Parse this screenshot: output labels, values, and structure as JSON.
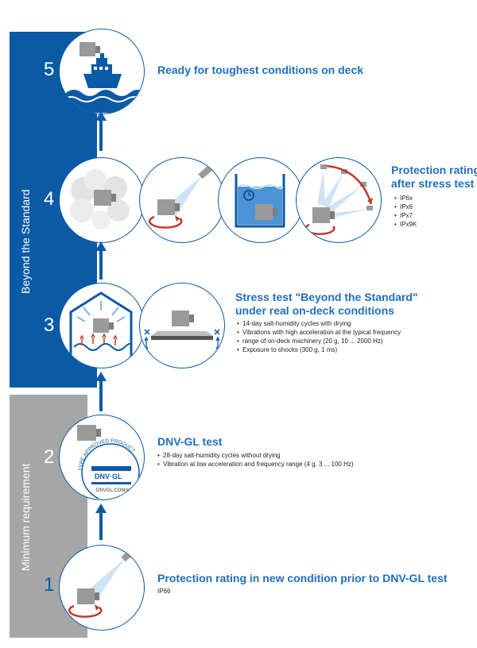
{
  "bands": {
    "beyond": "Beyond the Standard",
    "minimum": "Minimum requirement"
  },
  "steps": [
    {
      "number": "5",
      "heading": "Ready for toughest conditions on deck",
      "icons": [
        "ship-on-waves-icon"
      ]
    },
    {
      "number": "4",
      "heading_lines": [
        "Protection rating",
        "after stress test"
      ],
      "bullets": [
        "IP6x",
        "IPx6",
        "IPx7",
        "IPx9K"
      ],
      "icons": [
        "dust-cloud-icon",
        "water-spray-icon",
        "water-immersion-icon",
        "pressure-spray-icon"
      ]
    },
    {
      "number": "3",
      "heading_lines": [
        "Stress test \"Beyond the Standard\"",
        "under real on-deck conditions"
      ],
      "bullets": [
        "14-day salt-humidity cycles with drying",
        "Vibrations with high acceleration at the typical frequency",
        "range of on-deck machinery (20 g, 10 ... 2000 Hz)",
        "Exposure to shocks (300 g, 1 ms)"
      ],
      "icons": [
        "salt-chamber-icon",
        "vibration-table-icon"
      ]
    },
    {
      "number": "2",
      "heading": "DNV-GL test",
      "bullets": [
        "28-day salt-humidity cycles without drying",
        "Vibration at low acceleration and frequency range (4 g, 3 ... 100 Hz)"
      ],
      "badge": {
        "arc_text": "TYPE APPROVED PRODUCT",
        "logo": "DNV·GL",
        "url": "DNVGL.COM/AF"
      },
      "icons": [
        "dnvgl-badge-icon"
      ]
    },
    {
      "number": "1",
      "heading": "Protection rating in new condition prior to DNV-GL test",
      "note": "IP66",
      "icons": [
        "rotating-spray-icon"
      ]
    }
  ],
  "colors": {
    "blue_band": "#0b5aa6",
    "gray_band": "#a6a6a6",
    "heading": "#1f6fbf",
    "device": "#9a9a9a",
    "arrow_red": "#c0392b"
  }
}
